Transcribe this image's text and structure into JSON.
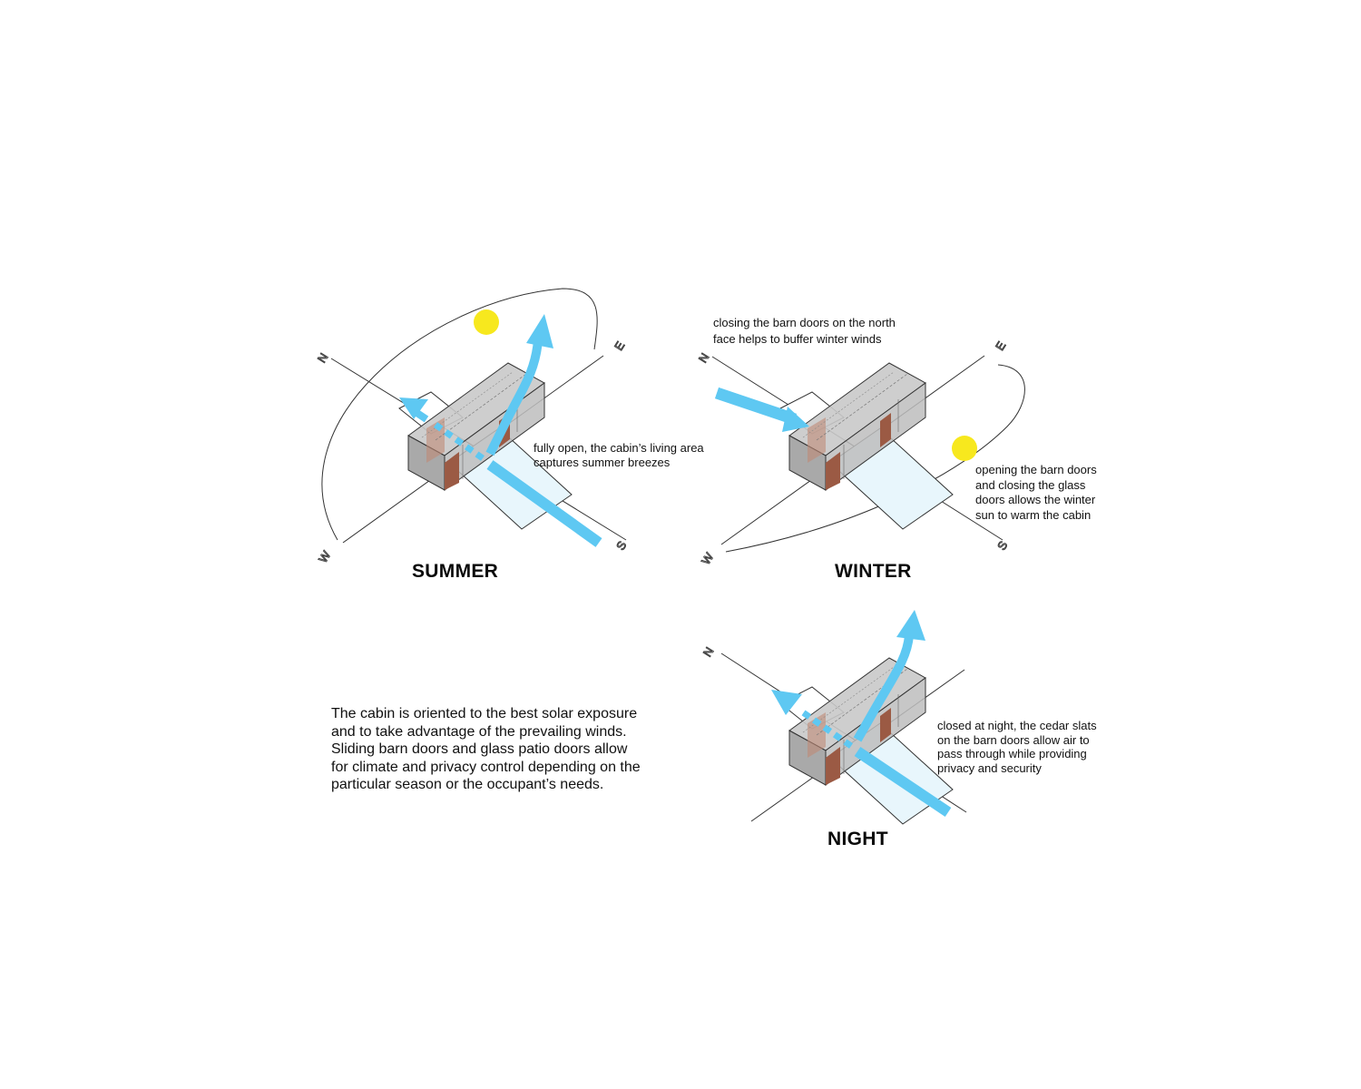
{
  "palette": {
    "wind": "#5ec8f2",
    "sun": "#f7e81e",
    "cabin_gray": "#b5b5b5",
    "cedar": "#9b5a44",
    "line": "#333333"
  },
  "compass": {
    "north": "N",
    "east": "E",
    "south": "S",
    "west": "W"
  },
  "panels": {
    "summer": {
      "title": "SUMMER",
      "note": "fully open, the cabin’s living area\ncaptures summer breezes"
    },
    "winter": {
      "title": "WINTER",
      "note_top": "closing the barn doors on the north\nface helps to buffer winter winds",
      "note_side": "opening the barn doors\nand closing the glass\ndoors allows the winter\nsun to warm the cabin"
    },
    "night": {
      "title": "NIGHT",
      "note": "closed at night, the cedar slats\non the barn doors allow air to\npass through while providing\nprivacy and security"
    }
  },
  "description": "The cabin is oriented to the best solar exposure\nand to take advantage of the prevailing winds.\nSliding barn doors and glass patio doors allow\nfor climate and privacy control depending on the\nparticular season or the occupant’s needs."
}
